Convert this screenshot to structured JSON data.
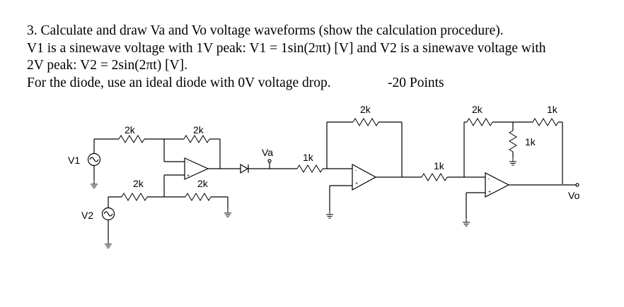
{
  "problem": {
    "line1": "3. Calculate and draw Va and Vo voltage waveforms (show the calculation procedure).",
    "line2": "V1 is a sinewave voltage with 1V peak: V1 = 1sin(2πt) [V] and V2 is a sinewave voltage with",
    "line3": "2V peak: V2 = 2sin(2πt) [V].",
    "line4": "For the diode, use an ideal diode with 0V voltage drop.",
    "points": "-20 Points"
  },
  "circuit": {
    "sources": {
      "v1": "V1",
      "v2": "V2"
    },
    "resistors": {
      "r_in1": "2k",
      "r_f1": "2k",
      "r_in2": "2k",
      "r_g1": "2k",
      "r_in3": "1k",
      "r_f3": "2k",
      "r_in4": "1k",
      "r_f4": "2k",
      "r_pot": "1k",
      "r_out": "1k"
    },
    "nodes": {
      "va": "Va",
      "vo": "Vo"
    },
    "opamp_signs": {
      "minus": "-",
      "plus": "+"
    }
  }
}
